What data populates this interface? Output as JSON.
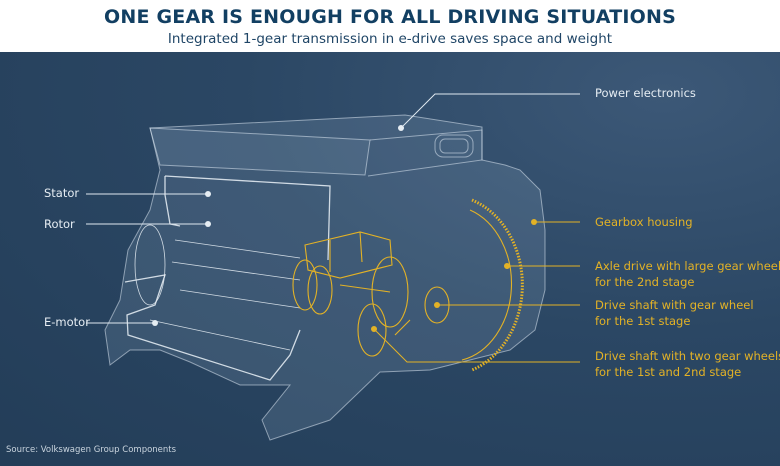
{
  "header": {
    "title": "ONE GEAR IS ENOUGH FOR ALL DRIVING SITUATIONS",
    "subtitle": "Integrated 1-gear transmission in e-drive saves space and weight"
  },
  "labels": {
    "power_electronics": "Power electronics",
    "stator": "Stator",
    "rotor": "Rotor",
    "e_motor": "E-motor",
    "gearbox_housing": "Gearbox housing",
    "axle_drive": [
      "Axle drive with large gear wheel",
      "for the 2nd stage"
    ],
    "drive_shaft_one": [
      "Drive shaft with gear wheel",
      "for the 1st stage"
    ],
    "drive_shaft_two": [
      "Drive shaft with two gear wheels",
      "for the 1st and 2nd stage"
    ]
  },
  "source": "Source: Volkswagen Group Components",
  "colors": {
    "title": "#123f62",
    "background": "#2b4764",
    "accent": "#e3b226",
    "line": "#dfe8f0"
  }
}
